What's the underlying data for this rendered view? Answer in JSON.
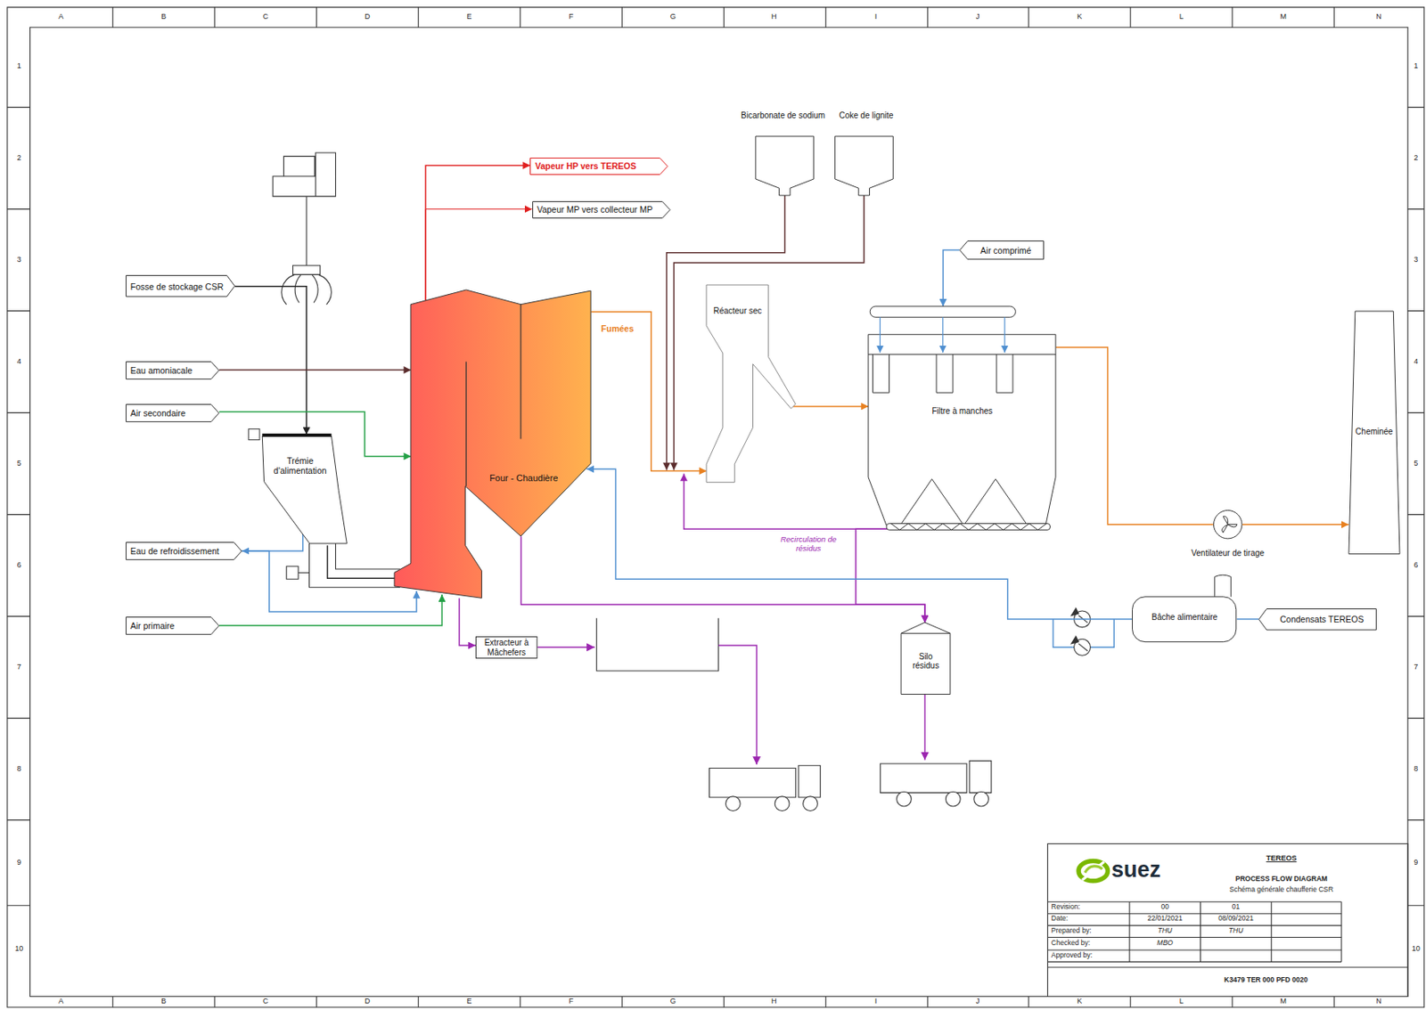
{
  "diagram": {
    "nodes": [
      {
        "text": [
          "Fosse de stockage CSR"
        ]
      },
      {
        "text": [
          "Eau amoniacale"
        ]
      },
      {
        "text": [
          "Air secondaire"
        ]
      },
      {
        "text": [
          "Trémie d'alimentation"
        ]
      },
      {
        "text": [
          "Eau de refroidissement"
        ]
      },
      {
        "text": [
          "Air primaire"
        ]
      },
      {
        "text": [
          "Four - Chaudière"
        ]
      },
      {
        "text": [
          "Vapeur HP vers TEREOS"
        ]
      },
      {
        "text": [
          "Vapeur MP vers collecteur MP"
        ]
      },
      {
        "text": [
          "Bicarbonate de sodium"
        ]
      },
      {
        "text": [
          "Coke de lignite"
        ]
      },
      {
        "text": [
          "Réacteur sec"
        ]
      },
      {
        "text": [
          "Air comprimé"
        ]
      },
      {
        "text": [
          "Filtre à manches"
        ]
      },
      {
        "text": [
          "Cheminée"
        ]
      },
      {
        "text": [
          "Ventilateur de tirage"
        ]
      },
      {
        "text": [
          "Bâche alimentaire"
        ]
      },
      {
        "text": [
          "Condensats TEREOS"
        ]
      },
      {
        "text": [
          "Extracteur à Mâchefers"
        ]
      },
      {
        "text": [
          "Silo résidus"
        ]
      }
    ],
    "edges": [
      {
        "from": 0,
        "to": 3,
        "arrow": "to"
      },
      {
        "from": 1,
        "to": 6,
        "arrow": "to"
      },
      {
        "from": 2,
        "to": 6,
        "arrow": "to"
      },
      {
        "from": 4,
        "to": 3,
        "arrow": "both"
      },
      {
        "from": 4,
        "to": 6,
        "arrow": "to"
      },
      {
        "from": 5,
        "to": 6,
        "arrow": "to"
      },
      {
        "from": 3,
        "to": 6,
        "arrow": "none"
      },
      {
        "from": 6,
        "to": 7,
        "arrow": "to"
      },
      {
        "from": 6,
        "to": 8,
        "arrow": "to"
      },
      {
        "from": 6,
        "to": 11,
        "label": "Fumées",
        "arrow": "to"
      },
      {
        "from": 9,
        "to": 11,
        "arrow": "to"
      },
      {
        "from": 10,
        "to": 11,
        "arrow": "to"
      },
      {
        "from": 11,
        "to": 13,
        "arrow": "to"
      },
      {
        "from": 12,
        "to": 13,
        "arrow": "to"
      },
      {
        "from": 13,
        "to": 15,
        "arrow": "none"
      },
      {
        "from": 15,
        "to": 14,
        "arrow": "to"
      },
      {
        "from": 13,
        "to": 11,
        "label": "Recirculation de résidus",
        "arrow": "to"
      },
      {
        "from": 13,
        "to": 19,
        "arrow": "to"
      },
      {
        "from": 6,
        "to": 19,
        "arrow": "to"
      },
      {
        "from": 6,
        "to": 18,
        "arrow": "to"
      },
      {
        "from": 16,
        "to": 6,
        "arrow": "to"
      },
      {
        "from": 17,
        "to": 16,
        "arrow": "none"
      }
    ],
    "labels": [
      "A",
      "B",
      "C",
      "D",
      "E",
      "F",
      "G",
      "H",
      "I",
      "J",
      "K",
      "L",
      "M",
      "N",
      "A",
      "B",
      "C",
      "D",
      "E",
      "F",
      "G",
      "H",
      "I",
      "J",
      "K",
      "L",
      "M",
      "N",
      "1",
      "2",
      "3",
      "4",
      "5",
      "6",
      "7",
      "8",
      "9",
      "10",
      "1",
      "2",
      "3",
      "4",
      "5",
      "6",
      "7",
      "8",
      "9",
      "10",
      "suez",
      "TEREOS",
      "PROCESS FLOW DIAGRAM",
      "Schéma générale chaufferie CSR",
      "Revision:",
      "00",
      "01",
      "Date:",
      "22/01/2021",
      "08/09/2021",
      "Prepared by:",
      "THU",
      "THU",
      "Checked by:",
      "MBO",
      "Approved by:",
      "K3479 TER 000 PFD 0020"
    ]
  }
}
